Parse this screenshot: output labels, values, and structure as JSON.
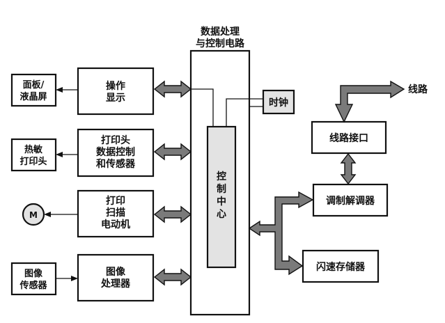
{
  "diagram": {
    "title": [
      "数据处理",
      "与控制电路"
    ],
    "control_center": [
      "控",
      "制",
      "中",
      "心"
    ],
    "clock": "时钟",
    "left_modules": [
      {
        "id": "operation-display",
        "lines": [
          "操作",
          "显示"
        ]
      },
      {
        "id": "printhead-control",
        "lines": [
          "打印头",
          "数据控制",
          "和传感器"
        ]
      },
      {
        "id": "print-scan-motor",
        "lines": [
          "打印",
          "扫描",
          "电动机"
        ]
      },
      {
        "id": "image-processor",
        "lines": [
          "图像",
          "处理器"
        ]
      }
    ],
    "peripherals": [
      {
        "id": "panel-lcd",
        "lines": [
          "面板/",
          "液晶屏"
        ]
      },
      {
        "id": "thermal-printhead",
        "lines": [
          "热敏",
          "打印头"
        ]
      },
      {
        "id": "motor",
        "symbol": "M"
      },
      {
        "id": "image-sensor",
        "lines": [
          "图像",
          "传感器"
        ]
      }
    ],
    "right_modules": {
      "line_interface": "线路接口",
      "modem": "调制解调器",
      "flash_memory": "闪速存储器",
      "line_label": "线路"
    },
    "colors": {
      "bus_fill": "#7a7a7a",
      "highlight_fill": "#e3e3e3",
      "stroke": "#111111"
    }
  }
}
